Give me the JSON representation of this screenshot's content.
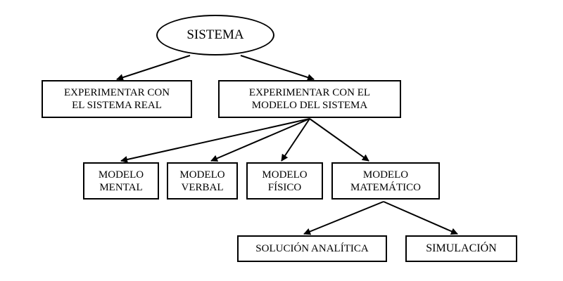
{
  "diagram": {
    "root": {
      "lines": [
        "SISTEMA"
      ]
    },
    "real": {
      "lines": [
        "EXPERIMENTAR CON",
        "EL SISTEMA REAL"
      ]
    },
    "model": {
      "lines": [
        "EXPERIMENTAR CON EL",
        "MODELO DEL SISTEMA"
      ]
    },
    "mental": {
      "lines": [
        "MODELO",
        "MENTAL"
      ]
    },
    "verbal": {
      "lines": [
        "MODELO",
        "VERBAL"
      ]
    },
    "fisico": {
      "lines": [
        "MODELO",
        "FÍSICO"
      ]
    },
    "matematico": {
      "lines": [
        "MODELO",
        "MATEMÁTICO"
      ]
    },
    "analitica": {
      "lines": [
        "SOLUCIÓN ANALÍTICA"
      ]
    },
    "simulacion": {
      "lines": [
        "SIMULACIÓN"
      ]
    }
  }
}
